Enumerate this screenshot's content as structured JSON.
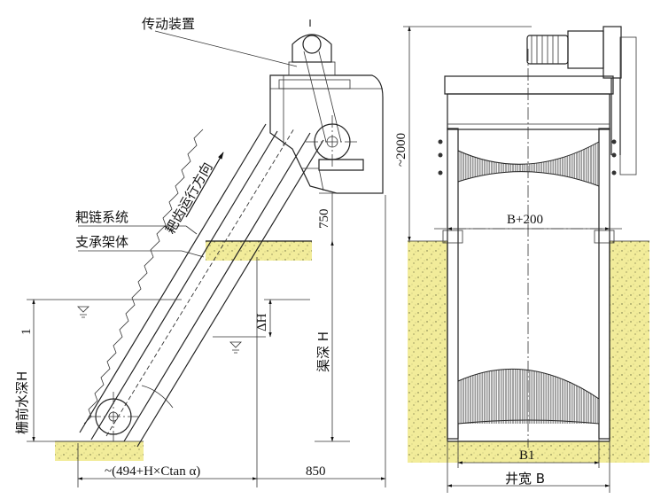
{
  "labels": {
    "drive": "传动装置",
    "rake_chain": "耙链系统",
    "frame": "支承架体",
    "direction": "耙齿运行方向",
    "upstream_depth": "栅前水深H",
    "upstream_depth_sub": "1",
    "channel_depth": "渠深 H",
    "delta_h": "ΔH",
    "dim_750": "750",
    "dim_2000": "~2000",
    "dim_span": "~(494+H×Ctan α)",
    "dim_850": "850",
    "dim_b200": "B+200",
    "dim_b1": "B1",
    "dim_well": "井宽 B"
  },
  "colors": {
    "sand": "#f2ec9a",
    "line": "#222222",
    "screen": "#333333"
  }
}
